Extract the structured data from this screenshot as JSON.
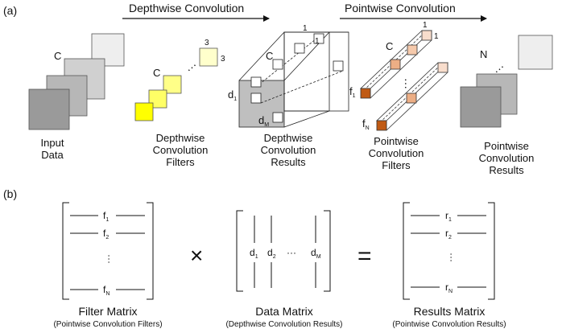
{
  "part_a": {
    "tag": "(a)",
    "depthwise_arrow_label": "Depthwise Convolution",
    "pointwise_arrow_label": "Pointwise Convolution",
    "input": {
      "channel_label": "C",
      "caption_1": "Input",
      "caption_2": "Data"
    },
    "dw_filters": {
      "channel_label": "C",
      "size_w": "3",
      "size_h": "3",
      "caption_1": "Depthwise",
      "caption_2": "Convolution",
      "caption_3": "Filters"
    },
    "dw_results": {
      "channel_label": "C",
      "one_a": "1",
      "one_b": "1",
      "d_first": "d",
      "d_first_sub": "1",
      "d_last": "d",
      "d_last_sub": "M",
      "caption_1": "Depthwise",
      "caption_2": "Convolution",
      "caption_3": "Results"
    },
    "pw_filters": {
      "channel_label": "C",
      "one_a": "1",
      "one_b": "1",
      "f_first": "f",
      "f_first_sub": "1",
      "f_last": "f",
      "f_last_sub": "N",
      "caption_1": "Pointwise",
      "caption_2": "Convolution",
      "caption_3": "Filters"
    },
    "pw_results": {
      "channel_label": "N",
      "caption_1": "Pointwise",
      "caption_2": "Convolution",
      "caption_3": "Results"
    }
  },
  "part_b": {
    "tag": "(b)",
    "times_symbol": "×",
    "equals_symbol": "=",
    "filter_matrix": {
      "rows": [
        {
          "base": "f",
          "sub": "1"
        },
        {
          "base": "f",
          "sub": "2"
        },
        {
          "base": "f",
          "sub": "N"
        }
      ],
      "title": "Filter Matrix",
      "subtitle": "(Pointwise Convolution Filters)"
    },
    "data_matrix": {
      "cols": [
        {
          "base": "d",
          "sub": "1"
        },
        {
          "base": "d",
          "sub": "2"
        },
        {
          "base": "d",
          "sub": "M"
        }
      ],
      "ellipsis": "···",
      "title": "Data Matrix",
      "subtitle": "(Depthwise Convolution Results)"
    },
    "results_matrix": {
      "rows": [
        {
          "base": "r",
          "sub": "1"
        },
        {
          "base": "r",
          "sub": "2"
        },
        {
          "base": "r",
          "sub": "N"
        }
      ],
      "title": "Results Matrix",
      "subtitle": "(Pointwise Convolution Results)"
    }
  },
  "colors": {
    "input_back": "#eeeeee",
    "input_mid": "#d0d0d0",
    "input_mid2": "#b7b7b7",
    "input_front": "#9a9a9a",
    "dw_filter_light": "#ffffcc",
    "dw_filter_mid": "#ffff88",
    "dw_filter_strong": "#ffff00",
    "pw_dark": "#c05a14",
    "pw_mid": "#ecae85",
    "pw_light": "#f8ddcc",
    "dw_result_face": "#bfbfbf"
  }
}
